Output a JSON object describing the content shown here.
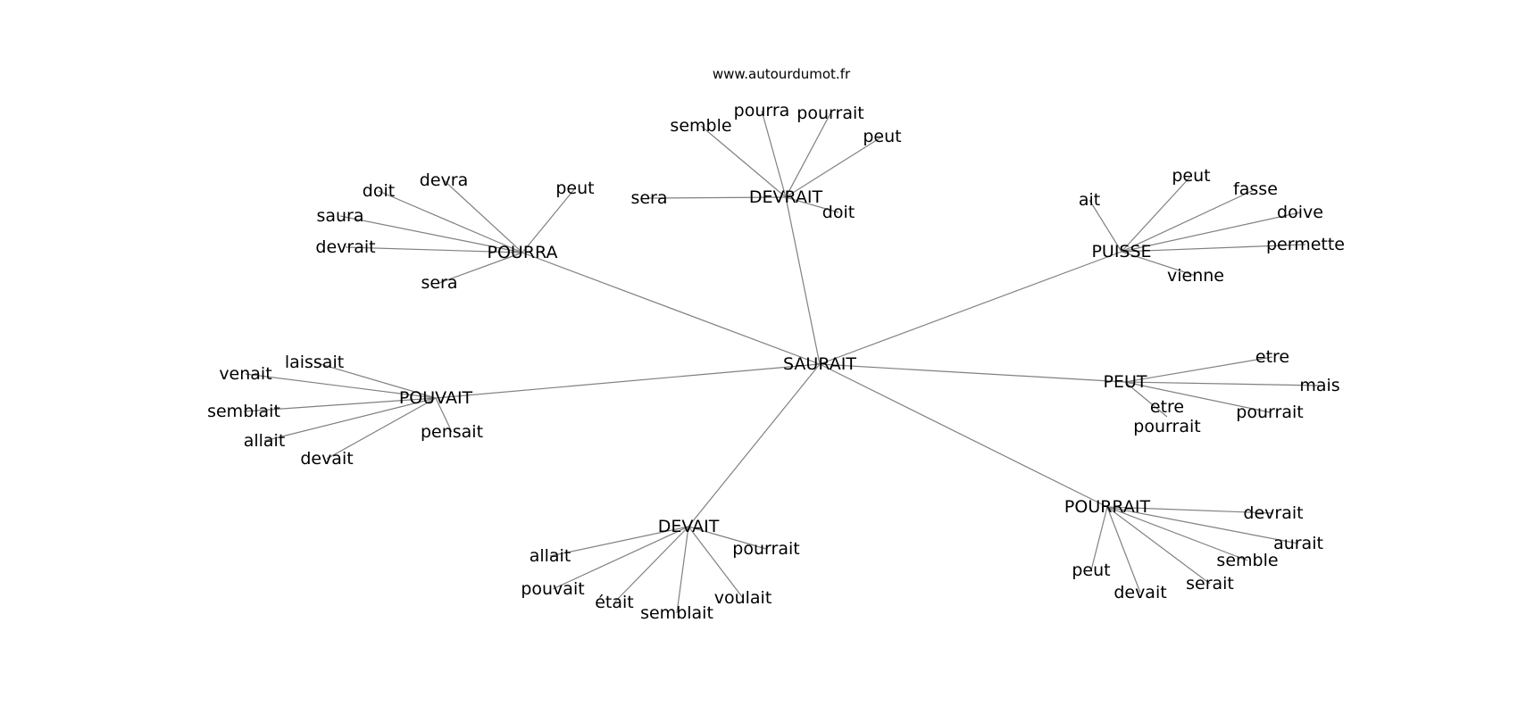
{
  "source": "www.autourdumot.fr",
  "center": "SAURAIT",
  "hubs": [
    {
      "id": "devrait",
      "label": "DEVRAIT",
      "leaves": [
        {
          "id": "devrait-semble",
          "label": "semble"
        },
        {
          "id": "devrait-pourra",
          "label": "pourra"
        },
        {
          "id": "devrait-pourrait",
          "label": "pourrait"
        },
        {
          "id": "devrait-peut",
          "label": "peut"
        },
        {
          "id": "devrait-sera",
          "label": "sera"
        },
        {
          "id": "devrait-doit",
          "label": "doit"
        }
      ]
    },
    {
      "id": "pourra",
      "label": "POURRA",
      "leaves": [
        {
          "id": "pourra-doit",
          "label": "doit"
        },
        {
          "id": "pourra-devra",
          "label": "devra"
        },
        {
          "id": "pourra-peut",
          "label": "peut"
        },
        {
          "id": "pourra-saura",
          "label": "saura"
        },
        {
          "id": "pourra-devrait",
          "label": "devrait"
        },
        {
          "id": "pourra-sera",
          "label": "sera"
        }
      ]
    },
    {
      "id": "puisse",
      "label": "PUISSE",
      "leaves": [
        {
          "id": "puisse-ait",
          "label": "ait"
        },
        {
          "id": "puisse-peut",
          "label": "peut"
        },
        {
          "id": "puisse-fasse",
          "label": "fasse"
        },
        {
          "id": "puisse-doive",
          "label": "doive"
        },
        {
          "id": "puisse-permette",
          "label": "permette"
        },
        {
          "id": "puisse-vienne",
          "label": "vienne"
        }
      ]
    },
    {
      "id": "pouvait",
      "label": "POUVAIT",
      "leaves": [
        {
          "id": "pouvait-laissait",
          "label": "laissait"
        },
        {
          "id": "pouvait-venait",
          "label": "venait"
        },
        {
          "id": "pouvait-semblait",
          "label": "semblait"
        },
        {
          "id": "pouvait-allait",
          "label": "allait"
        },
        {
          "id": "pouvait-devait",
          "label": "devait"
        },
        {
          "id": "pouvait-pensait",
          "label": "pensait"
        }
      ]
    },
    {
      "id": "peut",
      "label": "PEUT",
      "leaves": [
        {
          "id": "peut-etre",
          "label": "etre"
        },
        {
          "id": "peut-mais",
          "label": "mais"
        },
        {
          "id": "peut-pourrait",
          "label": "pourrait"
        },
        {
          "id": "peut-etre-pourrait",
          "label": "etre",
          "label2": "pourrait"
        }
      ]
    },
    {
      "id": "devait",
      "label": "DEVAIT",
      "leaves": [
        {
          "id": "devait-allait",
          "label": "allait"
        },
        {
          "id": "devait-pouvait",
          "label": "pouvait"
        },
        {
          "id": "devait-etait",
          "label": "était"
        },
        {
          "id": "devait-semblait",
          "label": "semblait"
        },
        {
          "id": "devait-voulait",
          "label": "voulait"
        },
        {
          "id": "devait-pourrait",
          "label": "pourrait"
        }
      ]
    },
    {
      "id": "pourrait",
      "label": "POURRAIT",
      "leaves": [
        {
          "id": "pourrait-devrait",
          "label": "devrait"
        },
        {
          "id": "pourrait-aurait",
          "label": "aurait"
        },
        {
          "id": "pourrait-semble",
          "label": "semble"
        },
        {
          "id": "pourrait-serait",
          "label": "serait"
        },
        {
          "id": "pourrait-devait",
          "label": "devait"
        },
        {
          "id": "pourrait-peut",
          "label": "peut"
        }
      ]
    }
  ]
}
